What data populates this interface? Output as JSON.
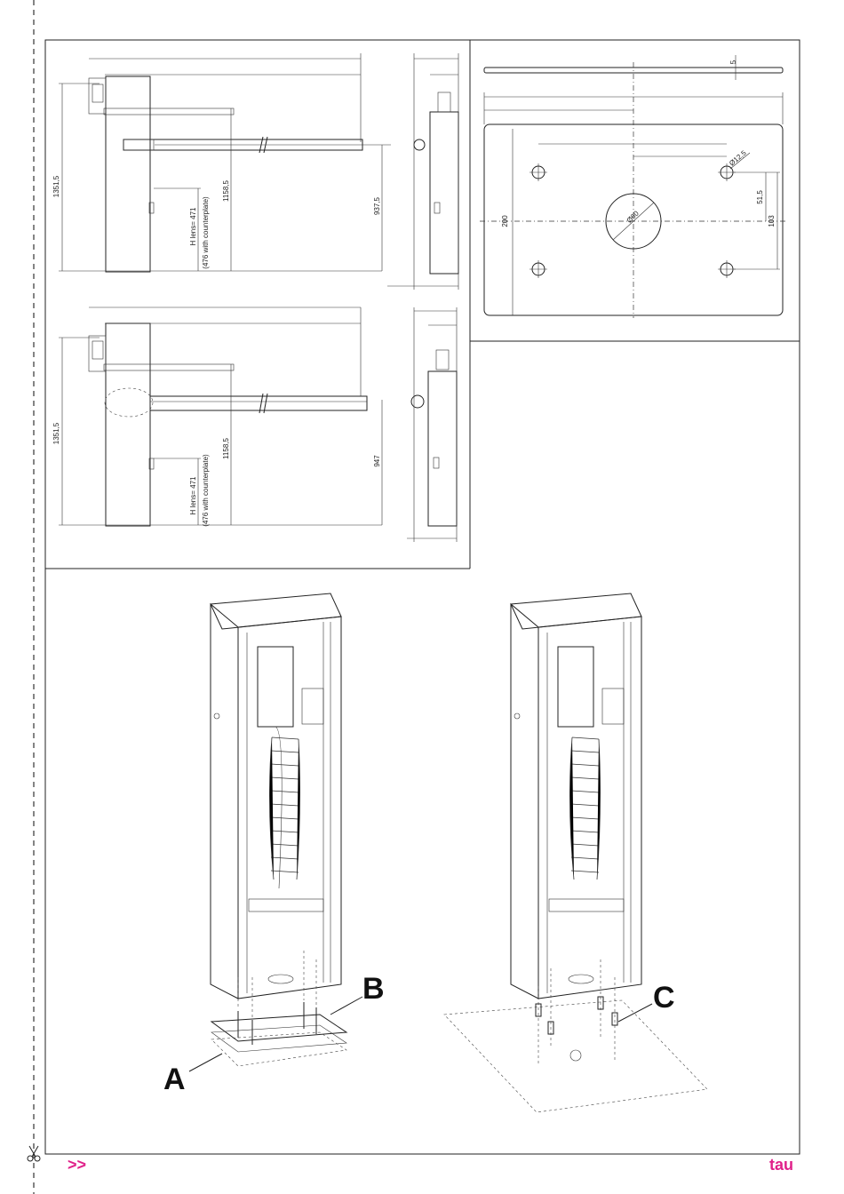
{
  "drawing_top": {
    "dims": {
      "height_total": "1351,5",
      "beam_height": "1158,5",
      "side_height": "937,5"
    },
    "lens_note": {
      "line1": "H lens= 471",
      "line2": "(476 with counterplate)"
    }
  },
  "drawing_middle": {
    "dims": {
      "height_total": "1351,5",
      "beam_height": "1158,5",
      "side_height": "947"
    },
    "lens_note": {
      "line1": "H lens= 471",
      "line2": "(476 with counterplate)"
    }
  },
  "baseplate": {
    "thickness": "5",
    "width": "200",
    "hole_diameter": "Ø12,5",
    "center_hole": "Ø60",
    "offset_small": "51,5",
    "offset_large": "103"
  },
  "callouts": {
    "a": "A",
    "b": "B",
    "c": "C"
  },
  "footer": {
    "arrows": ">>",
    "brand": "tau"
  },
  "colors": {
    "brand": "#e0218a",
    "line": "#222222"
  },
  "icons": {
    "cut_marker": "scissors-icon"
  }
}
